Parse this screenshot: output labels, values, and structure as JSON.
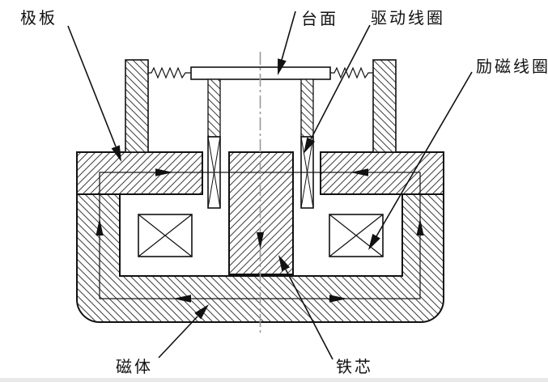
{
  "diagram": {
    "type": "engineering-cross-section",
    "subject": "electrodynamic-shaker",
    "labels": {
      "pole_plate": "极板",
      "table_surface": "台面",
      "drive_coil": "驱动线圈",
      "excitation_coil": "励磁线圈",
      "magnet_body": "磁体",
      "iron_core": "铁芯"
    },
    "colors": {
      "background": "#ffffff",
      "line": "#111111",
      "hatch": "#3f3f3f",
      "centerline": "#999999",
      "footer_bar": "#e9e9e9"
    }
  }
}
